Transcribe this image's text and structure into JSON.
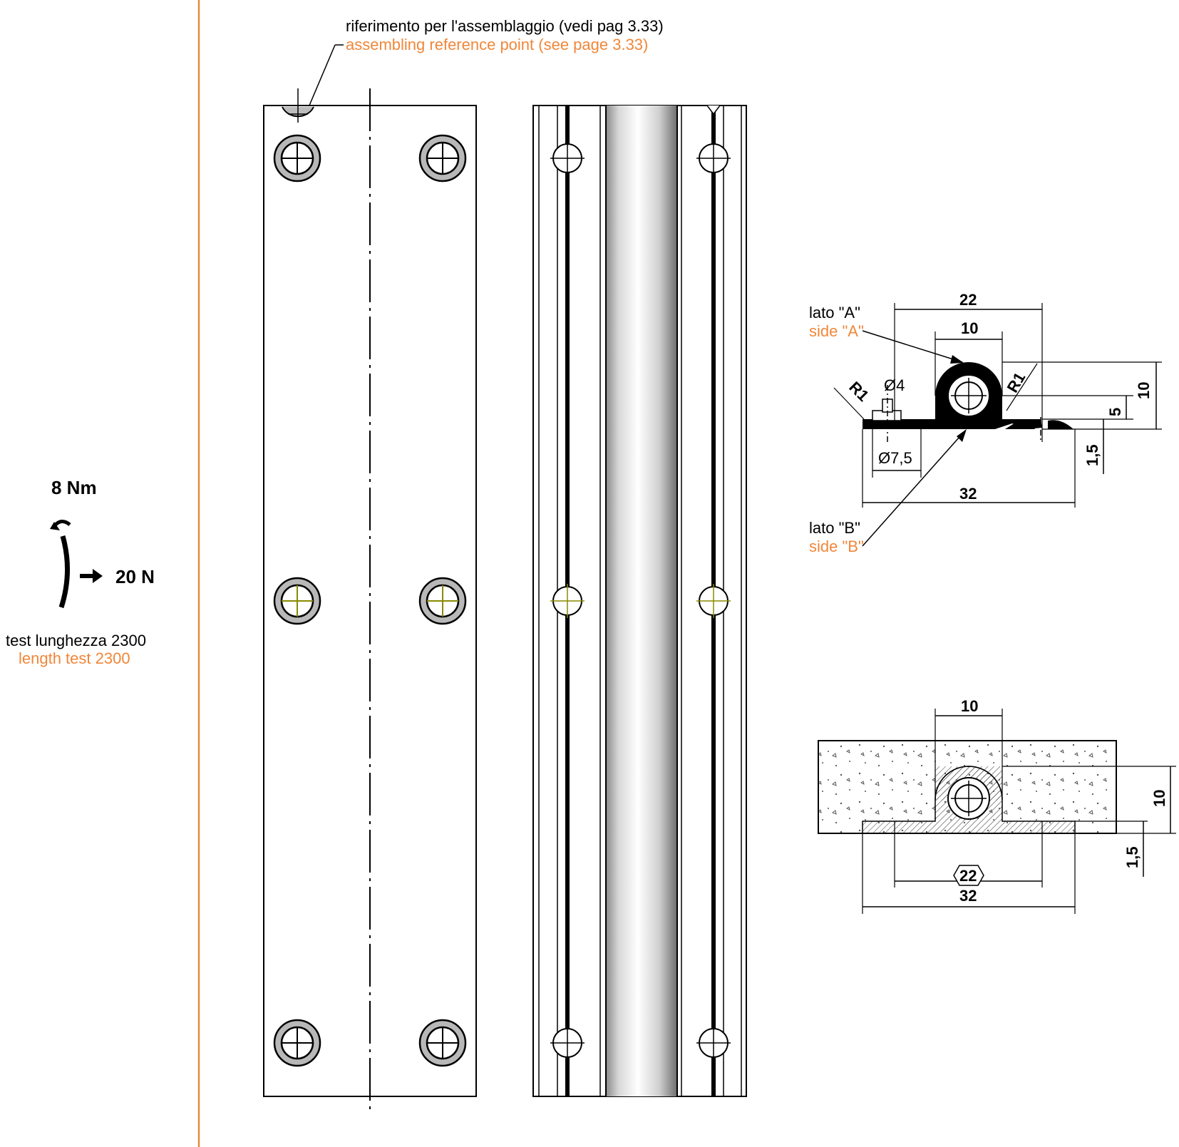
{
  "colors": {
    "ink": "#000000",
    "accent": "#f0873a",
    "frame_line": "#e58a3c",
    "hole_fill": "#bcbcbc",
    "pad_fill": "#000000"
  },
  "torque_test": {
    "torque": "8 Nm",
    "force": "20 N",
    "label_it": "test lunghezza 2300",
    "label_en": "length test 2300"
  },
  "reference_note": {
    "it": "riferimento per l'assemblaggio (vedi pag 3.33)",
    "en": "assembling reference point (see page 3.33)"
  },
  "section_top": {
    "side_a_it": "lato \"A\"",
    "side_a_en": "side \"A\"",
    "side_b_it": "lato \"B\"",
    "side_b_en": "side \"B\"",
    "dim_22": "22",
    "dim_10": "10",
    "dim_phi4": "Ø4",
    "dim_phi75": "Ø7,5",
    "dim_32": "32",
    "dim_r1_left": "R1",
    "dim_r1_right": "R1",
    "dim_10_v": "10",
    "dim_5_v": "5",
    "dim_15_v": "1,5"
  },
  "section_bottom": {
    "dim_10": "10",
    "dim_22": "22",
    "dim_32": "32",
    "dim_10_v": "10",
    "dim_15_v": "1,5"
  }
}
